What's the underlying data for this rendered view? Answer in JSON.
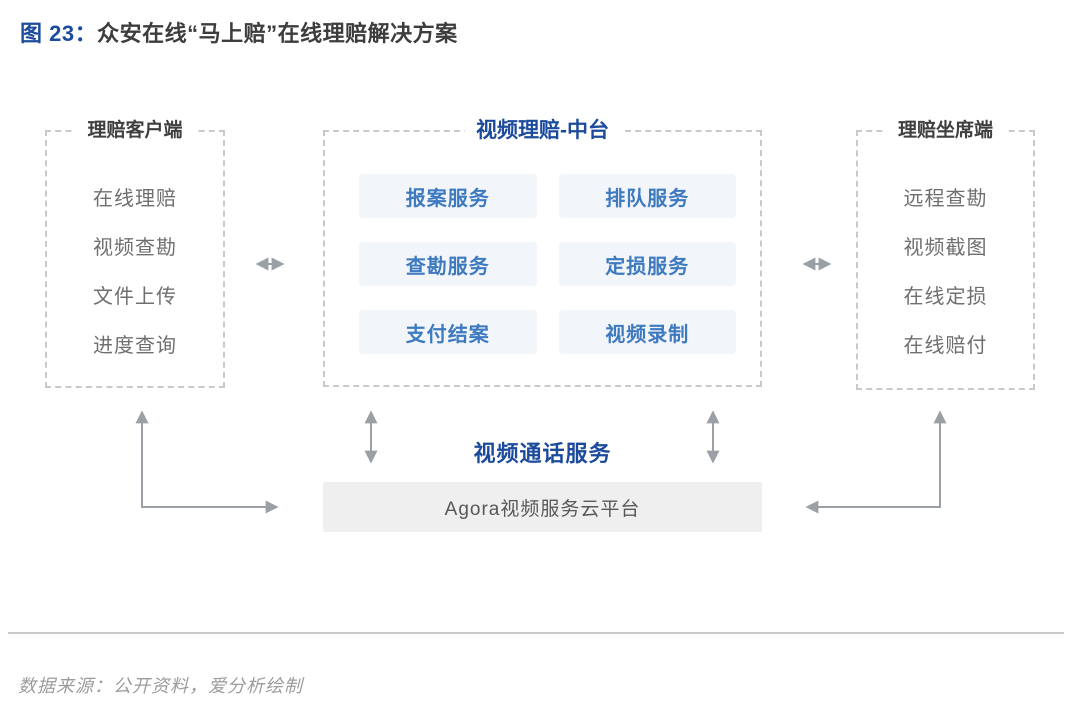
{
  "figure": {
    "label": "图 23：",
    "title": "众安在线“马上赔”在线理赔解决方案"
  },
  "panels": {
    "client": {
      "title": "理赔客户端",
      "items": [
        "在线理赔",
        "视频查勘",
        "文件上传",
        "进度查询"
      ]
    },
    "platform": {
      "title": "视频理赔-中台",
      "services": [
        "报案服务",
        "排队服务",
        "查勘服务",
        "定损服务",
        "支付结案",
        "视频录制"
      ]
    },
    "agent": {
      "title": "理赔坐席端",
      "items": [
        "远程查勘",
        "视频截图",
        "在线定损",
        "在线赔付"
      ]
    }
  },
  "video_service": {
    "label": "视频通话服务",
    "platform_bar": "Agora视频服务云平台"
  },
  "footer": {
    "source": "数据来源：公开资料，爱分析绘制"
  },
  "colors": {
    "accent_blue": "#1c4b9c",
    "service_text_blue": "#3d7ac0",
    "service_node_bg": "#f2f5fa",
    "arrow_gray": "#9aa0a5",
    "item_text_gray": "#6f6f6f",
    "agora_bar_bg": "#efefef"
  }
}
